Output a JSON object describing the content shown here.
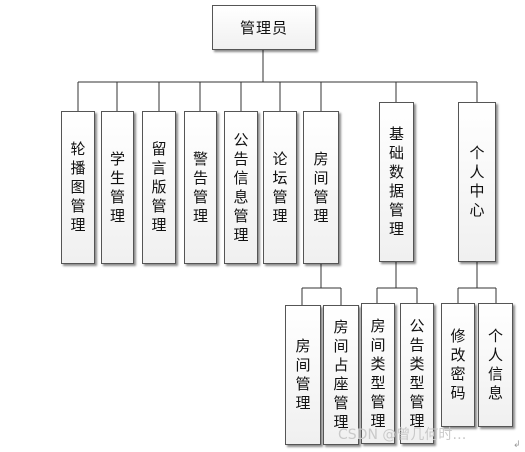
{
  "root": "管理员",
  "level1": {
    "carousel": "轮播图管理",
    "students": "学生管理",
    "guestbook": "留言版管理",
    "alerts": "警告管理",
    "notices": "公告信息管理",
    "forum": "论坛管理",
    "rooms": "房间管理",
    "basic_data": "基础数据管理",
    "personal": "个人中心"
  },
  "rooms_children": {
    "room_mgmt": "房间管理",
    "seat_mgmt": "房间占座管理"
  },
  "basic_children": {
    "room_types": "房间类型管理",
    "notice_types": "公告类型管理"
  },
  "personal_children": {
    "change_password": "修改密码",
    "personal_info": "个人信息"
  },
  "watermark": "CSDN @曾几何时…",
  "return_mark": "↲"
}
